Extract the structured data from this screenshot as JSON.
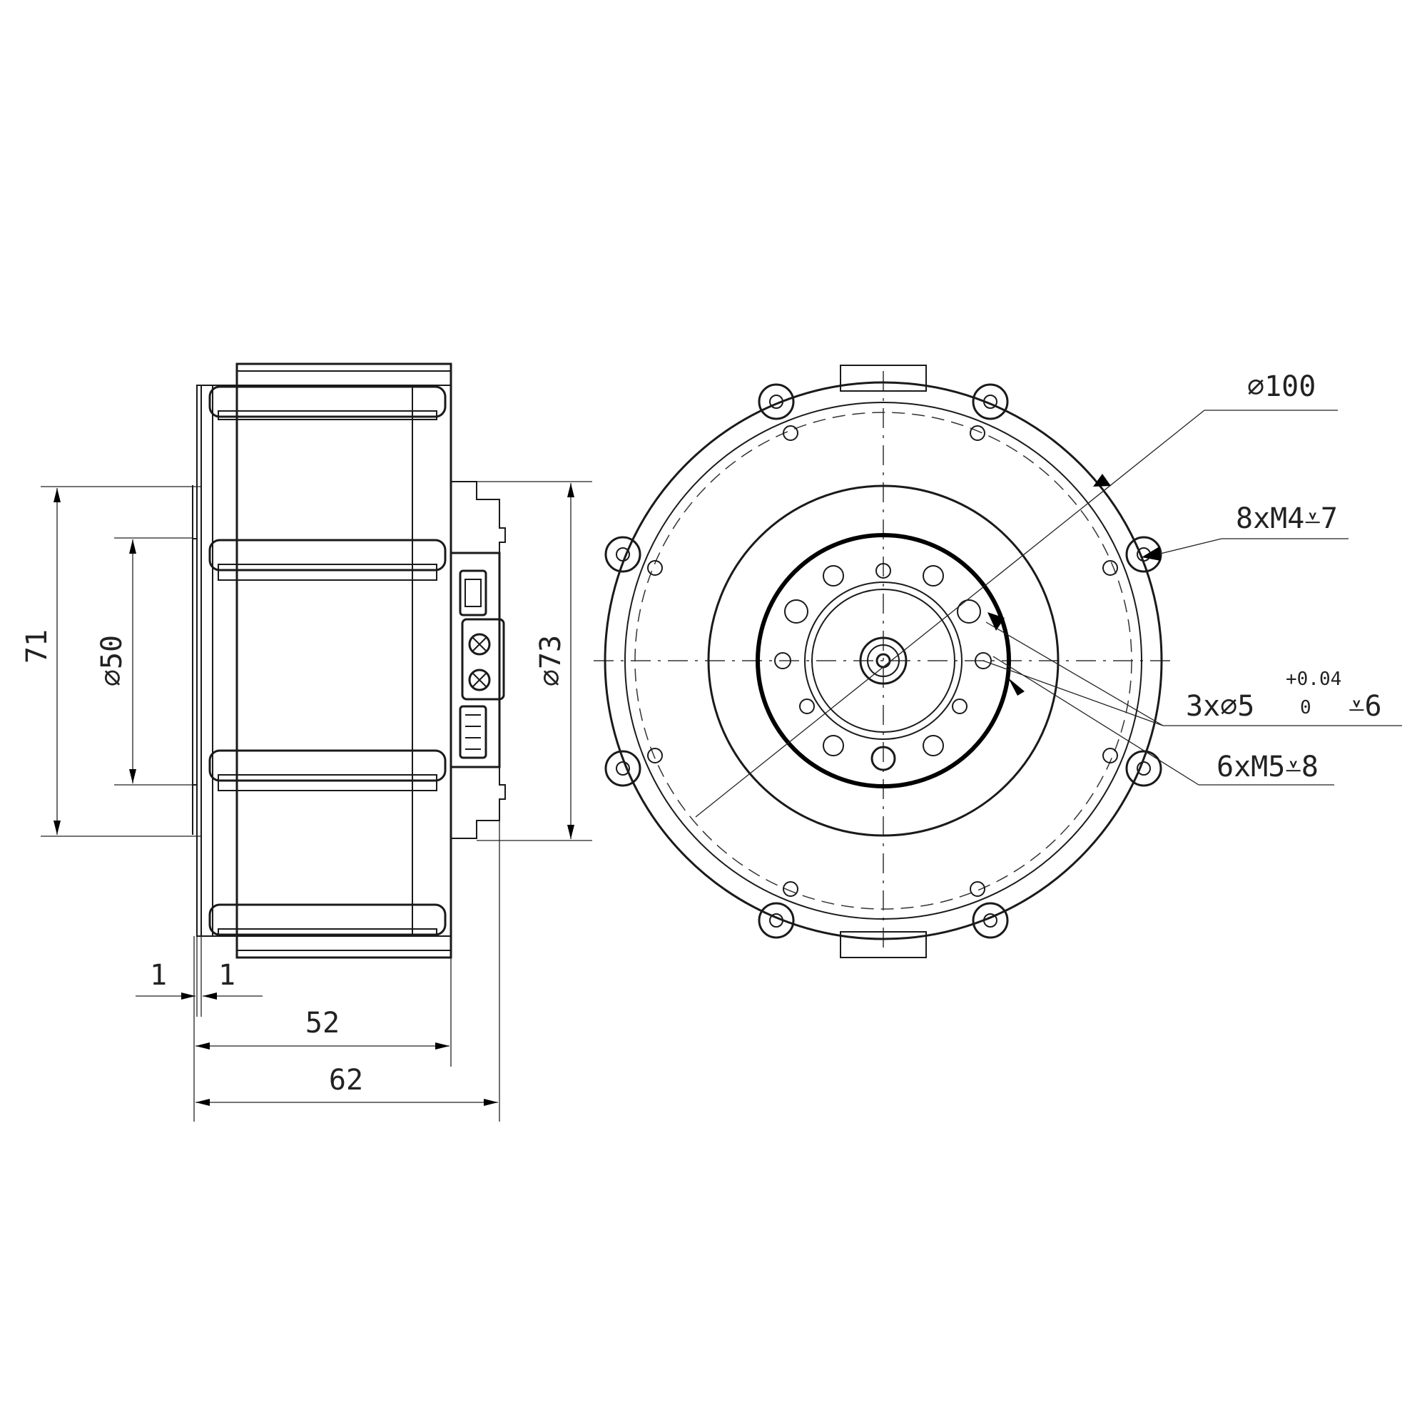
{
  "side_view": {
    "dim_height": "71",
    "dim_diameter_inner": "⌀50",
    "dim_diameter_outer": "⌀73",
    "dim_flange_left": "1",
    "dim_flange_right": "1",
    "dim_length_body": "52",
    "dim_length_total": "62"
  },
  "front_view": {
    "dim_outer_diameter": "⌀100",
    "callout_mount_holes": "8xM4⩡7",
    "callout_pin_prefix": "3x⌀5",
    "callout_pin_tol_upper": "+0.04",
    "callout_pin_tol_lower": "0",
    "callout_pin_depth": "⩡6",
    "callout_output_holes": "6xM5⩡8"
  }
}
